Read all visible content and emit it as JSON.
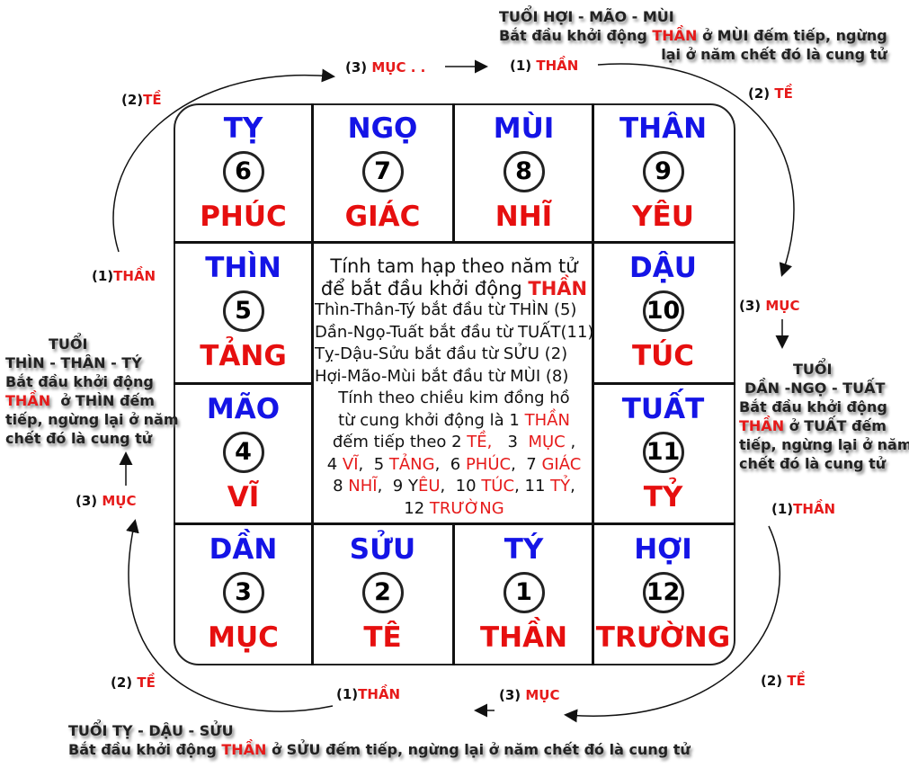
{
  "cells": [
    {
      "branch": "TỴ",
      "num": "6",
      "star": "PHÚC"
    },
    {
      "branch": "NGỌ",
      "num": "7",
      "star": "GIÁC"
    },
    {
      "branch": "MÙI",
      "num": "8",
      "star": "NHĨ"
    },
    {
      "branch": "THÂN",
      "num": "9",
      "star": "YÊU"
    },
    {
      "branch": "THÌN",
      "num": "5",
      "star": "TẢNG"
    },
    {
      "branch": "DẬU",
      "num": "10",
      "star": "TÚC"
    },
    {
      "branch": "MÃO",
      "num": "4",
      "star": "VĨ"
    },
    {
      "branch": "TUẤT",
      "num": "11",
      "star": "TỶ"
    },
    {
      "branch": "DẦN",
      "num": "3",
      "star": "MỤC"
    },
    {
      "branch": "SỬU",
      "num": "2",
      "star": "TÊ"
    },
    {
      "branch": "TÝ",
      "num": "1",
      "star": "THẦN"
    },
    {
      "branch": "HỢI",
      "num": "12",
      "star": "TRƯỜNG"
    }
  ],
  "center": {
    "l1": "Tính tam hạp theo năm tử",
    "l2a": "để bắt đầu khởi động ",
    "l2b": "THẦN",
    "l3": "Thìn-Thân-Tý bắt đầu từ THÌN (5)",
    "l4": "Dần-Ngọ-Tuất bắt đầu từ TUẤT(11)",
    "l5": "Tỵ-Dậu-Sửu bắt đầu từ SỬU (2)",
    "l6": "Hợi-Mão-Mùi bắt đầu từ MÙI (8)",
    "l7": "Tính theo chiều kim đồng hồ",
    "l8a": "từ cung khởi động là   1 ",
    "l8b": "THẦN",
    "l9a": "đếm tiếp theo   2 ",
    "l9b": "TỀ,",
    "l9c": "   3  ",
    "l9d": "MỤC",
    ",": " ,",
    "l10": [
      [
        "4 ",
        ""
      ],
      [
        "VĨ",
        "r"
      ],
      [
        ",  5 ",
        ""
      ],
      [
        "TẢNG",
        "r"
      ],
      [
        ",  6 ",
        ""
      ],
      [
        "PHÚC",
        "r"
      ],
      [
        ",  7 ",
        ""
      ],
      [
        "GIÁC",
        "r"
      ]
    ],
    "l11": [
      [
        "8 ",
        ""
      ],
      [
        "NHĨ",
        "r"
      ],
      [
        ",  9 Y",
        ""
      ],
      [
        "ÊU",
        "r"
      ],
      [
        ",  10 ",
        ""
      ],
      [
        "TÚC",
        "r"
      ],
      [
        ", 11 ",
        ""
      ],
      [
        "TỶ",
        "r"
      ],
      [
        ",",
        ""
      ]
    ],
    "l12a": "12 ",
    "l12b": "TRƯỜNG"
  },
  "labels": {
    "top_muc_num": "(3) ",
    "top_muc": "MỤC . .",
    "top_than_num": "(1) ",
    "top_than": "THẦN",
    "top_left_te_num": "(2)",
    "top_left_te": "TỀ",
    "top_right_te_num": "(2) ",
    "top_right_te": "TỀ",
    "left_than_num": "(1)",
    "left_than": "THẦN",
    "left_muc_num": "(3) ",
    "left_muc": "MỤC",
    "right_muc_num": "(3) ",
    "right_muc": "MỤC",
    "right_than_num": "(1)",
    "right_than": "THẦN",
    "bottom_left_te_num": "(2) ",
    "bottom_left_te": "TỀ",
    "bottom_than_num": "(1)",
    "bottom_than": "THẦN",
    "bottom_muc_num": "(3) ",
    "bottom_muc": "MỤC",
    "bottom_right_te_num": "(2) ",
    "bottom_right_te": "TỀ"
  },
  "notes": {
    "top": {
      "l1": "TUỔI  HỢI - MÃO - MÙI",
      "l2a": "Bắt đầu khởi động ",
      "l2b": "THẦN",
      "l2c": " ở MÙI đếm tiếp, ngừng",
      "l3": "lại ở năm chết đó là cung tử"
    },
    "left": {
      "l1": "TUỔI",
      "l2": "THÌN - THÂN - TÝ",
      "l3": "Bắt đầu khởi động",
      "l4a": "THẦN",
      "l4b": "  ở THÌN đếm",
      "l5": "tiếp, ngừng lại ở năm",
      "l6": "chết đó là cung tử"
    },
    "right": {
      "l1": "TUỔI",
      "l2": "DẦN -NGỌ - TUẤT",
      "l3": "Bắt đầu khởi động",
      "l4a": "THẦN",
      "l4b": " ở TUẤT đếm",
      "l5": "tiếp, ngừng lại ở năm",
      "l6": "chết đó là cung tử"
    },
    "bottom": {
      "l1": "TUỔI  TỴ - DẬU - SỬU",
      "l2a": "Bắt đầu khởi động ",
      "l2b": "THẦN",
      "l2c": " ở SỬU đếm tiếp, ngừng lại ở năm chết đó là cung tử"
    }
  }
}
